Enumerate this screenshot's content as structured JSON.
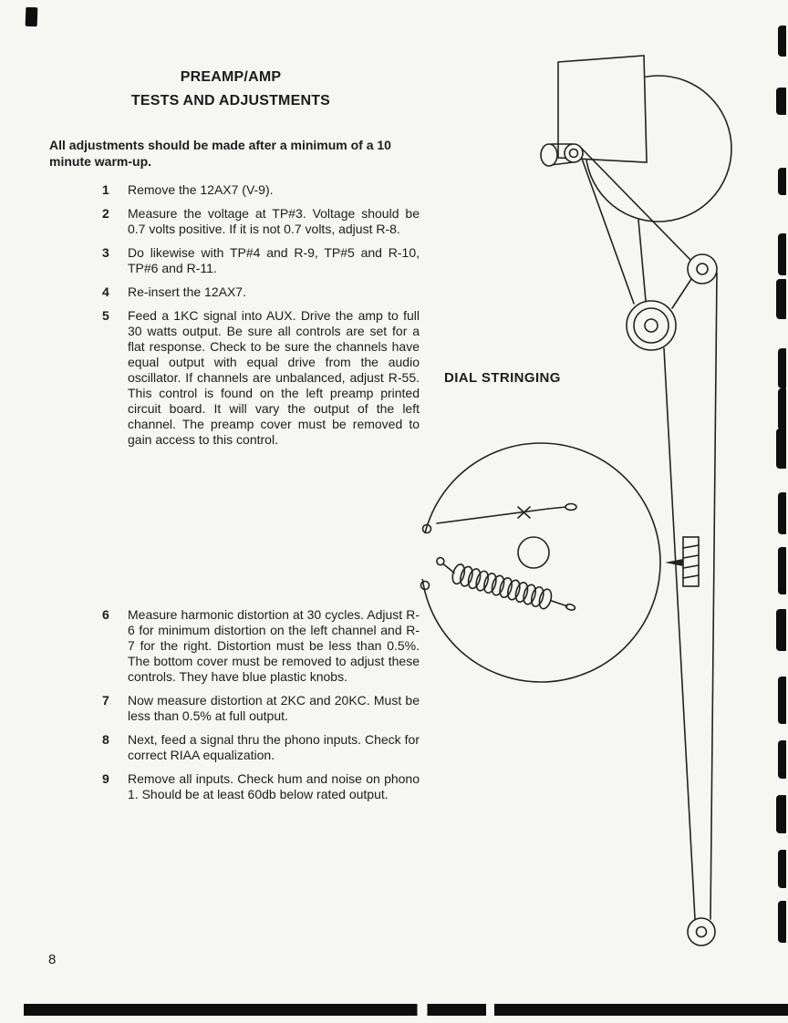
{
  "doc": {
    "title_line1": "PREAMP/AMP",
    "title_line2": "TESTS AND ADJUSTMENTS",
    "intro": "All adjustments should be made after a minimum of a 10 minute warm-up.",
    "steps": [
      {
        "num": "1",
        "text": "Remove the 12AX7 (V-9)."
      },
      {
        "num": "2",
        "text": "Measure the voltage at TP#3. Voltage should be 0.7 volts positive. If it is not 0.7 volts, adjust R-8."
      },
      {
        "num": "3",
        "text": "Do likewise with TP#4 and R-9, TP#5 and R-10, TP#6 and R-11."
      },
      {
        "num": "4",
        "text": "Re-insert the 12AX7."
      },
      {
        "num": "5",
        "text": "Feed a 1KC signal into AUX. Drive the amp to full 30 watts output. Be sure all controls are set for a flat response. Check to be sure the channels have equal output with equal drive from the audio oscillator. If channels are unbalanced, adjust R-55. This control is found on the left preamp printed circuit board. It will vary the output of the left channel. The preamp cover must be removed to gain access to this control."
      },
      {
        "num": "6",
        "text": "Measure harmonic distortion at 30 cycles. Adjust R-6 for minimum distortion on the left channel and R-7 for the right. Distortion must be less than 0.5%. The bottom cover must be removed to adjust these controls. They have blue plastic knobs."
      },
      {
        "num": "7",
        "text": "Now measure distortion at 2KC and 20KC. Must be less than 0.5% at full output."
      },
      {
        "num": "8",
        "text": "Next, feed a signal thru the phono inputs. Check for correct RIAA equalization."
      },
      {
        "num": "9",
        "text": "Remove all inputs. Check hum and noise on phono 1. Should be at least 60db below rated output."
      }
    ],
    "diagram_label": "DIAL STRINGING",
    "page_number": "8",
    "colors": {
      "ink": "#1c1c1c",
      "paper": "#f6f6f3"
    }
  }
}
